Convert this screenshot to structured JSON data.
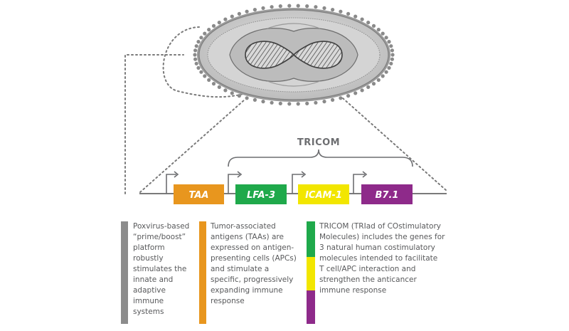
{
  "diagram": {
    "bracket_label": "TRICOM",
    "genes": [
      {
        "label": "TAA",
        "color": "#e8961e"
      },
      {
        "label": "LFA-3",
        "color": "#1fa94b"
      },
      {
        "label": "ICAM-1",
        "color": "#f2e600"
      },
      {
        "label": "B7.1",
        "color": "#8e2a8a"
      }
    ]
  },
  "legend": [
    {
      "color": "#8c8c8c",
      "lines": [
        "Poxvirus-based",
        "“prime/boost”",
        "platform",
        "robustly",
        "stimulates the",
        "innate and",
        "adaptive",
        "immune",
        "systems"
      ]
    },
    {
      "color": "#e8961e",
      "lines": [
        "Tumor-associated",
        "antigens (TAAs) are",
        "expressed on antigen-",
        "presenting cells (APCs)",
        "and stimulate a",
        "specific, progressively",
        "expanding immune",
        "response"
      ]
    },
    {
      "colors": [
        "#1fa94b",
        "#f2e600",
        "#8e2a8a"
      ],
      "lines": [
        "TRICOM (TRIad of COstimulatory",
        "Molecules) includes the genes for",
        "3 natural human costimulatory",
        "molecules intended to facilitate",
        "T cell/APC interaction and",
        "strengthen the anticancer",
        "immune response"
      ]
    }
  ]
}
